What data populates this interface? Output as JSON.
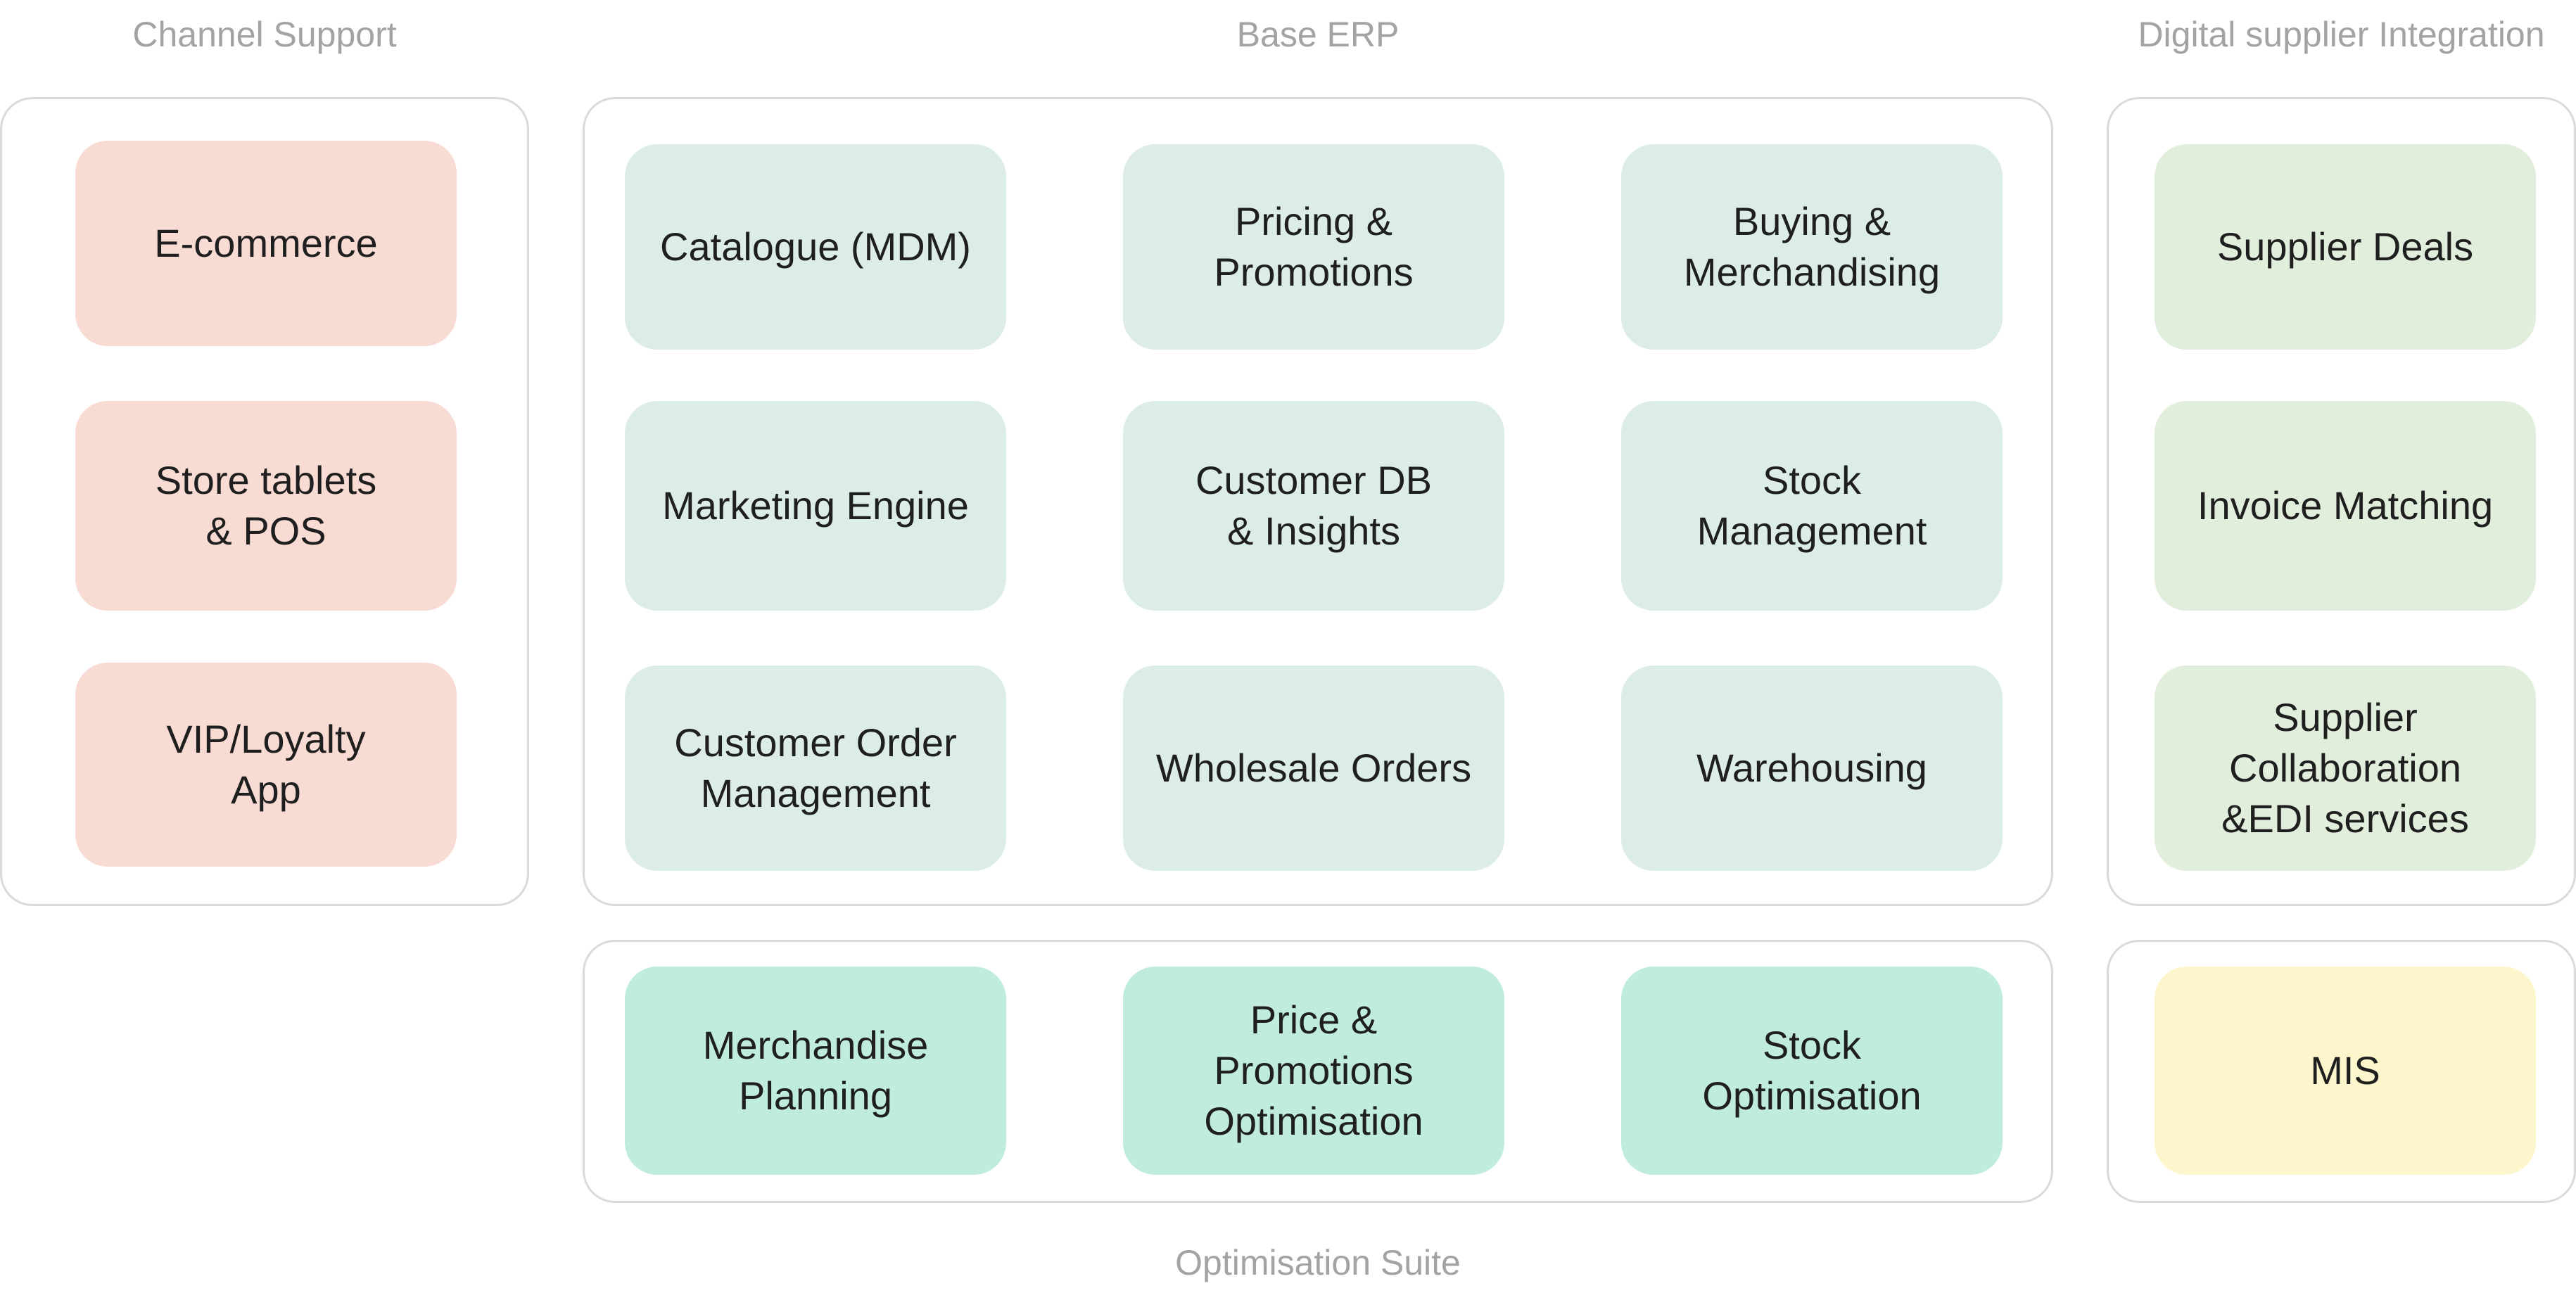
{
  "colors": {
    "channel": "#f8dcd3",
    "erp": "#dcede6",
    "optimisation": "#bfecdd",
    "supplier": "#e2eedc",
    "mis": "#fdf6cc",
    "label_gray": "#a3a3a3",
    "border_gray": "#dadada"
  },
  "groups": {
    "channel_support": {
      "label": "Channel Support",
      "tiles": [
        "E-commerce",
        "Store tablets\n& POS",
        "VIP/Loyalty\nApp"
      ]
    },
    "base_erp": {
      "label": "Base ERP",
      "tiles": [
        "Catalogue (MDM)",
        "Pricing &\nPromotions",
        "Buying &\nMerchandising",
        "Marketing Engine",
        "Customer DB\n& Insights",
        "Stock\nManagement",
        "Customer Order\nManagement",
        "Wholesale Orders",
        "Warehousing"
      ]
    },
    "digital_supplier": {
      "label": "Digital supplier Integration",
      "tiles": [
        "Supplier Deals",
        "Invoice Matching",
        "Supplier\nCollaboration\n&EDI services"
      ]
    },
    "optimisation_suite": {
      "label": "Optimisation Suite",
      "tiles": [
        "Merchandise\nPlanning",
        "Price &\nPromotions\nOptimisation",
        "Stock\nOptimisation"
      ]
    },
    "mis": {
      "tiles": [
        "MIS"
      ]
    }
  }
}
